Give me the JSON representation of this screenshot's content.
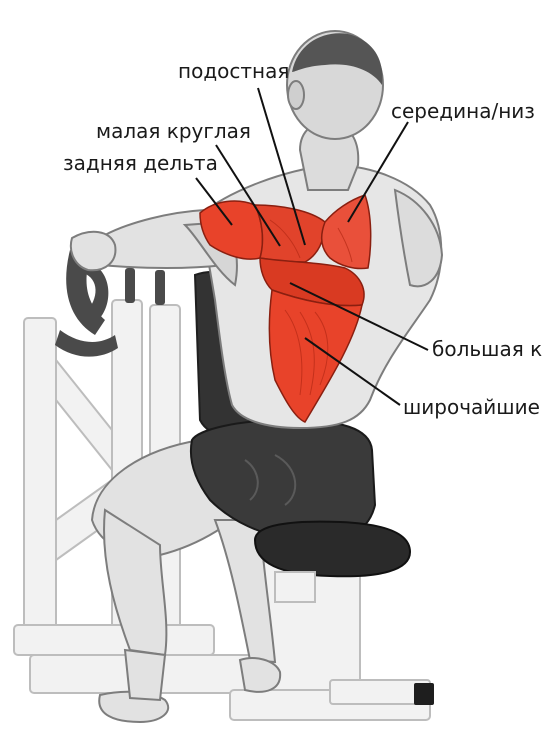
{
  "labels": {
    "podostnaya": "подостная",
    "seredina": "середина/низ",
    "malaya_kruglaya": "малая круглая",
    "zadnyaya_delta": "задняя дельта",
    "bolshaya": "большая к",
    "shirochayshie": "широчайшие"
  },
  "colors": {
    "muscle_highlight": "#e8432a",
    "muscle_dark": "#c22e19",
    "skin_light": "#e6e6e6",
    "skin_shadow": "#8c8c8c",
    "shorts": "#3a3a3a",
    "machine_frame": "#f2f2f2",
    "machine_outline": "#bdbdbd",
    "pad": "#2a2a2a",
    "leader_line": "#111111"
  }
}
